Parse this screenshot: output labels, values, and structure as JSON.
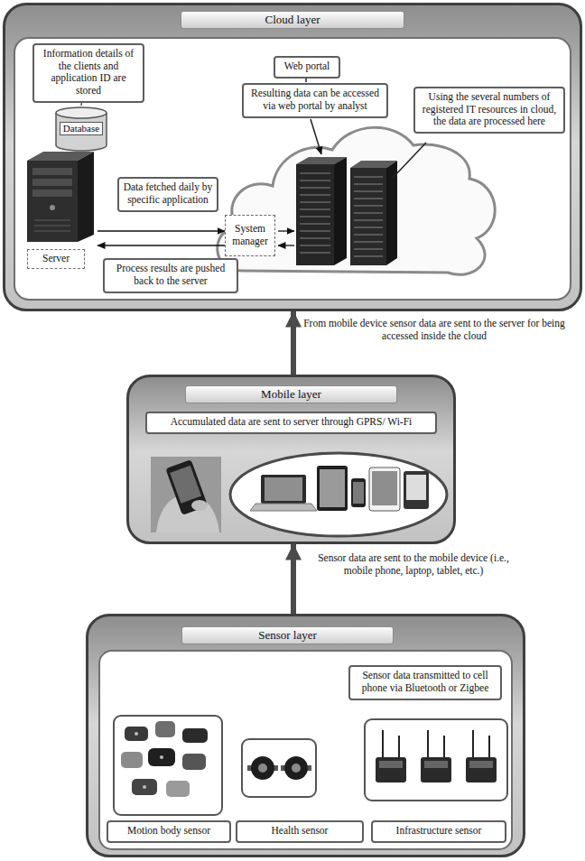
{
  "diagram": {
    "nodes": [
      {
        "text": [
          "Cloud layer"
        ]
      },
      {
        "text": [
          "Information details of the clients and application ID are stored"
        ],
        "in": 0
      },
      {
        "text": [
          "Database"
        ],
        "in": 0
      },
      {
        "text": [
          "Web portal"
        ],
        "in": 0
      },
      {
        "text": [
          "Resulting data can be accessed via web portal by analyst"
        ],
        "in": 0
      },
      {
        "text": [
          "Using the several numbers of registered IT resources in cloud, the data are processed here"
        ],
        "in": 0
      },
      {
        "text": [
          "Data fetched daily by specific application"
        ],
        "in": 0
      },
      {
        "text": [
          "System manager"
        ],
        "in": 0
      },
      {
        "text": [
          "Server"
        ],
        "in": 0
      },
      {
        "text": [
          "Process results are pushed back to the server"
        ],
        "in": 0
      },
      {
        "text": [
          "Mobile layer"
        ]
      },
      {
        "text": [
          "Accumulated data are sent to server through GPRS/ Wi-Fi"
        ],
        "in": 10
      },
      {
        "text": [
          "Sensor layer"
        ]
      },
      {
        "text": [
          "Sensor data transmitted to cell phone via Bluetooth or Zigbee"
        ],
        "in": 12
      },
      {
        "text": [
          "Motion body sensor"
        ],
        "in": 12
      },
      {
        "text": [
          "Health sensor"
        ],
        "in": 12
      },
      {
        "text": [
          "Infrastructure sensor"
        ],
        "in": 12
      }
    ],
    "edges": [
      {
        "from": 8,
        "to": 7,
        "arrow": "to"
      },
      {
        "from": 7,
        "to": 8,
        "arrow": "to"
      },
      {
        "from": 10,
        "to": 0,
        "arrow": "to",
        "label": "From mobile device sensor data are sent to the server for being accessed inside the cloud"
      },
      {
        "from": 12,
        "to": 10,
        "arrow": "to",
        "label": "Sensor data are sent to the mobile device (i.e., mobile phone, laptop, tablet, etc.)"
      }
    ]
  }
}
